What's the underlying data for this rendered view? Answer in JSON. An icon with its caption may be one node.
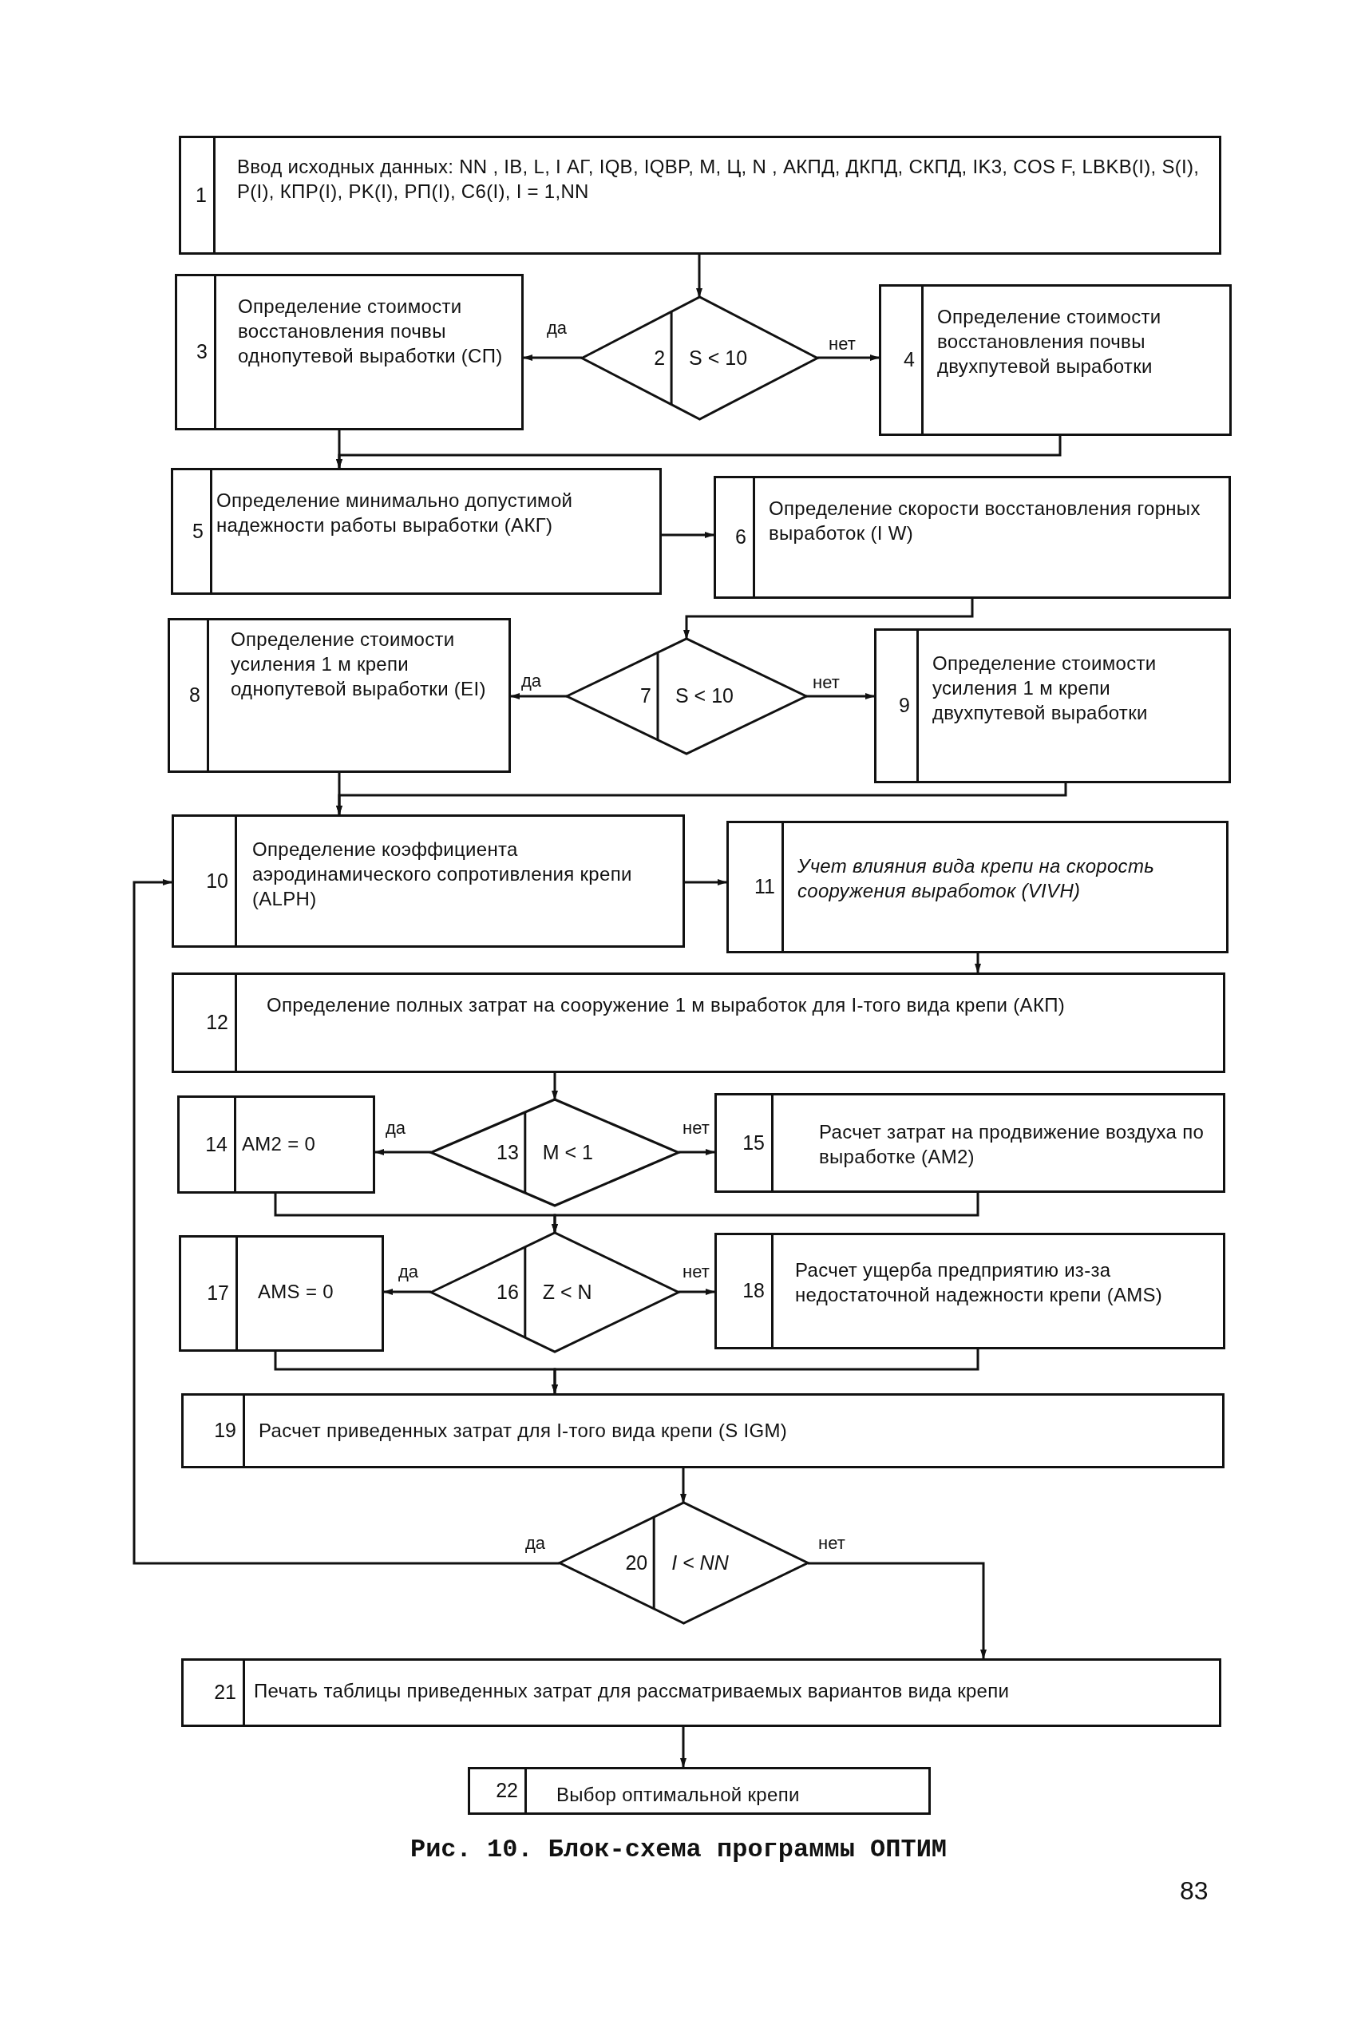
{
  "diagram": {
    "caption": "Рис. 10. Блок-схема программы ОПТИМ",
    "nodes": [
      {
        "text": [
          "1",
          "Ввод исходных данных: NN , IB, L, I АГ, IQB, IQBP, M, Ц, N , АКПД, ДКПД, СКПД, IK3, COS F, LBKB(I), S(I), P(I), КПР(I), PK(I), РП(I), C6(I), I = 1,NN"
        ]
      },
      {
        "text": [
          "2",
          "S < 10"
        ]
      },
      {
        "text": [
          "3",
          "Определение стоимости восстановления почвы однопутевой выработки (СП)"
        ]
      },
      {
        "text": [
          "4",
          "Определение стоимости восстановления почвы двухпутевой выработки"
        ]
      },
      {
        "text": [
          "5",
          "Определение минимально допустимой надежности работы выработки (АКГ)"
        ]
      },
      {
        "text": [
          "6",
          "Определение скорости восстановления горных выработок (I W)"
        ]
      },
      {
        "text": [
          "7",
          "S < 10"
        ]
      },
      {
        "text": [
          "8",
          "Определение стоимости усиления 1 м крепи однопутевой выработки (EI)"
        ]
      },
      {
        "text": [
          "9",
          "Определение стоимости усиления 1 м крепи двухпутевой выработки"
        ]
      },
      {
        "text": [
          "10",
          "Определение коэффициента аэродинамического сопротивления крепи (ALPH)"
        ]
      },
      {
        "text": [
          "11",
          "Учет влияния вида крепи на скорость сооружения выработок (VIVH)"
        ]
      },
      {
        "text": [
          "12",
          "Определение полных затрат на сооружение 1 м выработок для I-того вида крепи (АКП)"
        ]
      },
      {
        "text": [
          "13",
          "M < 1"
        ]
      },
      {
        "text": [
          "14",
          "AM2 = 0"
        ]
      },
      {
        "text": [
          "15",
          "Расчет затрат на продвижение воздуха по выработке (AM2)"
        ]
      },
      {
        "text": [
          "16",
          "Z < N"
        ]
      },
      {
        "text": [
          "17",
          "AMS = 0"
        ]
      },
      {
        "text": [
          "18",
          "Расчет ущерба предприятию из-за недостаточной надежности крепи (AMS)"
        ]
      },
      {
        "text": [
          "19",
          "Расчет приведенных затрат для I-того вида крепи (S IGM)"
        ]
      },
      {
        "text": [
          "20",
          "I < NN"
        ]
      },
      {
        "text": [
          "21",
          "Печать таблицы приведенных затрат для рассматриваемых вариантов вида крепи"
        ]
      },
      {
        "text": [
          "22",
          "Выбор оптимальной крепи"
        ]
      }
    ],
    "edges": [
      {
        "from": 0,
        "to": 1,
        "arrow": "to"
      },
      {
        "from": 1,
        "to": 2,
        "arrow": "to",
        "label": "да"
      },
      {
        "from": 1,
        "to": 3,
        "arrow": "to",
        "label": "нет"
      },
      {
        "from": 2,
        "to": 4,
        "arrow": "to"
      },
      {
        "from": 3,
        "to": 4,
        "arrow": "to"
      },
      {
        "from": 4,
        "to": 5,
        "arrow": "to"
      },
      {
        "from": 5,
        "to": 6,
        "arrow": "to"
      },
      {
        "from": 6,
        "to": 7,
        "arrow": "to",
        "label": "да"
      },
      {
        "from": 6,
        "to": 8,
        "arrow": "to",
        "label": "нет"
      },
      {
        "from": 7,
        "to": 9,
        "arrow": "to"
      },
      {
        "from": 8,
        "to": 9,
        "arrow": "to"
      },
      {
        "from": 9,
        "to": 10,
        "arrow": "to"
      },
      {
        "from": 10,
        "to": 11,
        "arrow": "to"
      },
      {
        "from": 11,
        "to": 12,
        "arrow": "to"
      },
      {
        "from": 12,
        "to": 13,
        "arrow": "to",
        "label": "да"
      },
      {
        "from": 12,
        "to": 14,
        "arrow": "to",
        "label": "нет"
      },
      {
        "from": 13,
        "to": 15,
        "arrow": "to"
      },
      {
        "from": 14,
        "to": 15,
        "arrow": "to"
      },
      {
        "from": 15,
        "to": 16,
        "arrow": "to",
        "label": "да"
      },
      {
        "from": 15,
        "to": 17,
        "arrow": "to",
        "label": "нет"
      },
      {
        "from": 16,
        "to": 18,
        "arrow": "to"
      },
      {
        "from": 17,
        "to": 18,
        "arrow": "to"
      },
      {
        "from": 18,
        "to": 19,
        "arrow": "to"
      },
      {
        "from": 19,
        "to": 9,
        "arrow": "to",
        "label": "да"
      },
      {
        "from": 19,
        "to": 20,
        "arrow": "to",
        "label": "нет"
      },
      {
        "from": 20,
        "to": 21,
        "arrow": "to"
      }
    ],
    "labels": [
      "83"
    ]
  }
}
